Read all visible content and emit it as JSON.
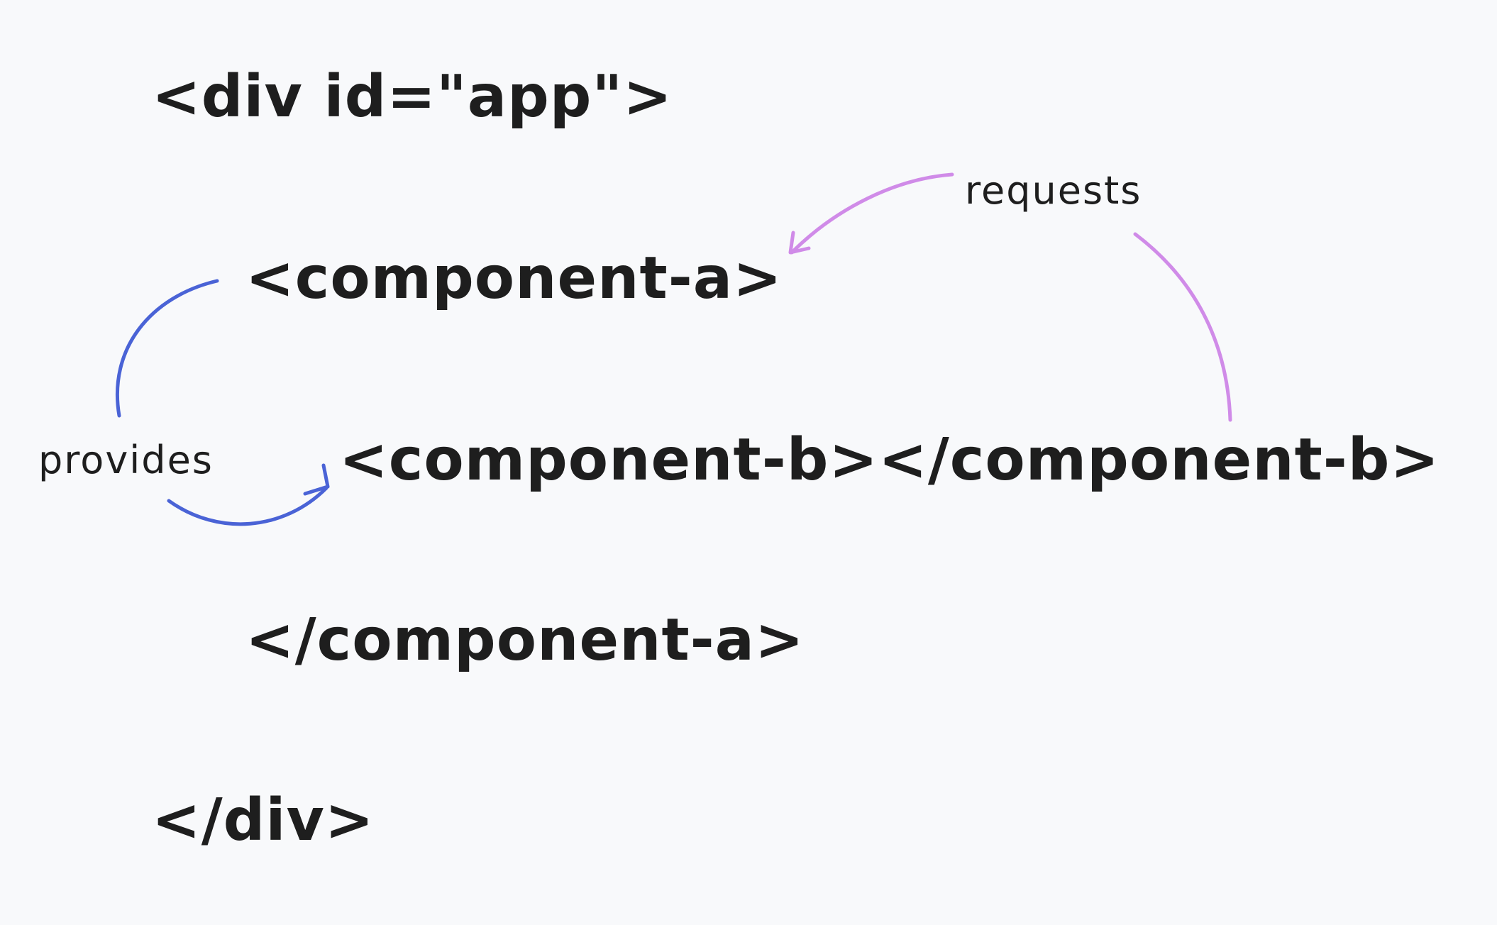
{
  "code_lines": {
    "div_open": "<div id=\"app\">",
    "component_a_open": "<component-a>",
    "component_b": "<component-b></component-b>",
    "component_a_close": "</component-a>",
    "div_close": "</div>"
  },
  "labels": {
    "provides": "provides",
    "requests": "requests"
  },
  "colors": {
    "text": "#1e1e1e",
    "background": "#f8f9fb",
    "provides_arrow": "#4a63d6",
    "requests_arrow": "#d08be8"
  }
}
